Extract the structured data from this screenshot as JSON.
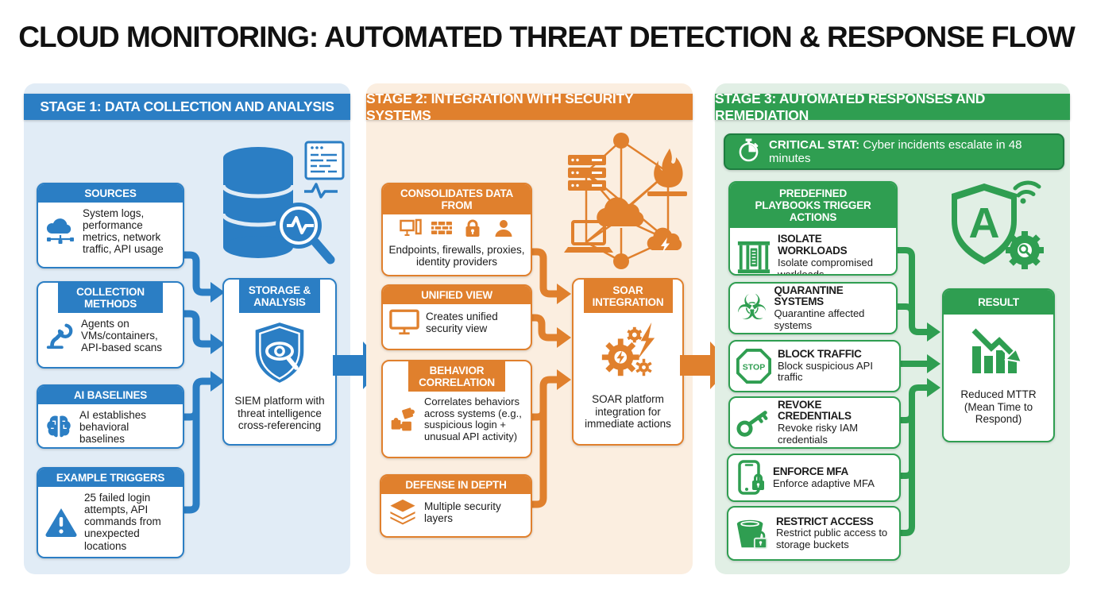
{
  "title": "CLOUD MONITORING: AUTOMATED THREAT DETECTION & RESPONSE FLOW",
  "colors": {
    "stage1_blue": "#2b7ec4",
    "stage1_bg": "#e1ecf6",
    "stage2_orange": "#e0802d",
    "stage2_bg": "#fbeee0",
    "stage3_green": "#2f9e51",
    "stage3_bg": "#e1efe5",
    "banner_green": "#2f9e51",
    "text": "#1b1b1b"
  },
  "stage1": {
    "header": "STAGE 1: DATA COLLECTION AND ANALYSIS",
    "cards": {
      "sources": {
        "title": "SOURCES",
        "body": "System logs, performance metrics, network traffic, API usage"
      },
      "collection": {
        "title": "COLLECTION METHODS",
        "body": "Agents on VMs/containers, API-based scans"
      },
      "ai": {
        "title": "AI BASELINES",
        "body": "AI establishes behavioral baselines"
      },
      "triggers": {
        "title": "EXAMPLE TRIGGERS",
        "body": "25 failed login attempts, API commands from unexpected locations"
      }
    },
    "hub": {
      "title": "STORAGE & ANALYSIS",
      "body": "SIEM platform with threat intelligence cross-referencing"
    }
  },
  "stage2": {
    "header": "STAGE 2: INTEGRATION WITH SECURITY SYSTEMS",
    "cards": {
      "consolidates": {
        "title": "CONSOLIDATES DATA FROM",
        "body": "Endpoints, firewalls, proxies, identity providers"
      },
      "unified": {
        "title": "UNIFIED VIEW",
        "body": "Creates unified security view"
      },
      "behavior": {
        "title": "BEHAVIOR CORRELATION",
        "body": "Correlates behaviors across systems (e.g., suspicious login + unusual API activity)"
      },
      "defense": {
        "title": "DEFENSE IN DEPTH",
        "body": "Multiple security layers"
      }
    },
    "hub": {
      "title": "SOAR INTEGRATION",
      "body": "SOAR platform integration for immediate actions"
    }
  },
  "stage3": {
    "header": "STAGE 3: AUTOMATED RESPONSES AND REMEDIATION",
    "banner": {
      "label": "CRITICAL STAT:",
      "text": "Cyber incidents escalate in 48 minutes"
    },
    "playbooks": {
      "title": "PREDEFINED PLAYBOOKS TRIGGER ACTIONS"
    },
    "actions": [
      {
        "title": "ISOLATE WORKLOADS",
        "body": "Isolate compromised workloads"
      },
      {
        "title": "QUARANTINE SYSTEMS",
        "body": "Quarantine affected systems"
      },
      {
        "title": "BLOCK TRAFFIC",
        "body": "Block suspicious API traffic"
      },
      {
        "title": "REVOKE CREDENTIALS",
        "body": "Revoke risky IAM credentials"
      },
      {
        "title": "ENFORCE MFA",
        "body": "Enforce adaptive MFA"
      },
      {
        "title": "RESTRICT ACCESS",
        "body": "Restrict public access to storage buckets"
      }
    ],
    "result": {
      "title": "RESULT",
      "body": "Reduced MTTR (Mean Time to Respond)"
    },
    "stop_label": "STOP",
    "shield_letter": "A"
  }
}
